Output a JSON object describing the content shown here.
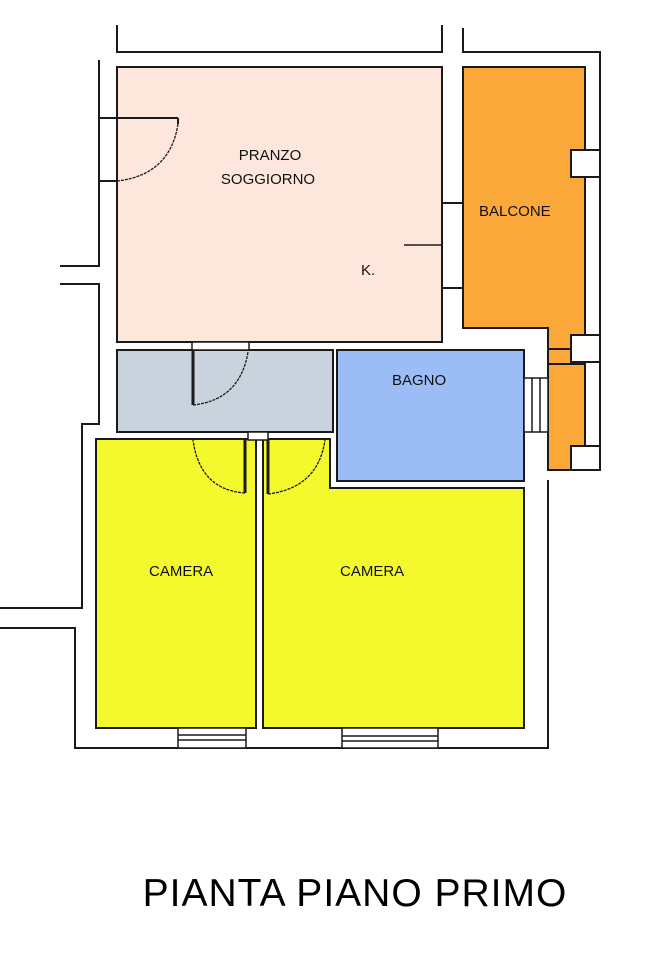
{
  "title": "PIANTA PIANO PRIMO",
  "colors": {
    "living": "#FDE7DC",
    "balcony": "#FBA83A",
    "hall": "#C8D3DE",
    "bath": "#9BBCF4",
    "bedroom": "#F4F92E",
    "wall": "#1a1a1a"
  },
  "rooms": {
    "living": {
      "line1": "PRANZO",
      "line2": "SOGGIORNO",
      "kitchen": "K."
    },
    "balcony": {
      "label": "BALCONE"
    },
    "bath": {
      "label": "BAGNO"
    },
    "bedroom_left": {
      "label": "CAMERA"
    },
    "bedroom_right": {
      "label": "CAMERA"
    }
  }
}
